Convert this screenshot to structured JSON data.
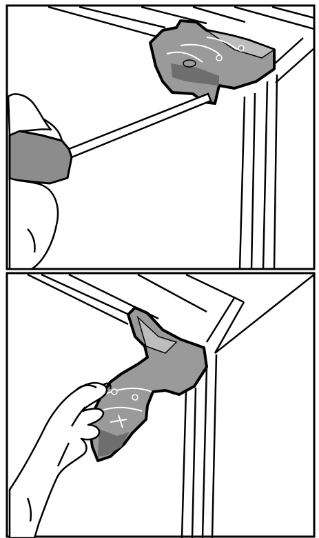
{
  "figure": {
    "panels": [
      {
        "id": "step-1",
        "caption": ""
      },
      {
        "id": "step-2",
        "caption": ""
      }
    ]
  },
  "colors": {
    "line": "#000000",
    "background": "#ffffff",
    "hinge_fill": "#9a9a9a",
    "hinge_shadow": "#6e6e6e",
    "handle_fill": "#8c8c8c"
  },
  "icons": {
    "step1": [
      "refrigerator-door-outline",
      "top-hinge",
      "hinge-screw",
      "screwdriver",
      "hand"
    ],
    "step2": [
      "refrigerator-door-outline",
      "top-hinge",
      "hand"
    ]
  }
}
